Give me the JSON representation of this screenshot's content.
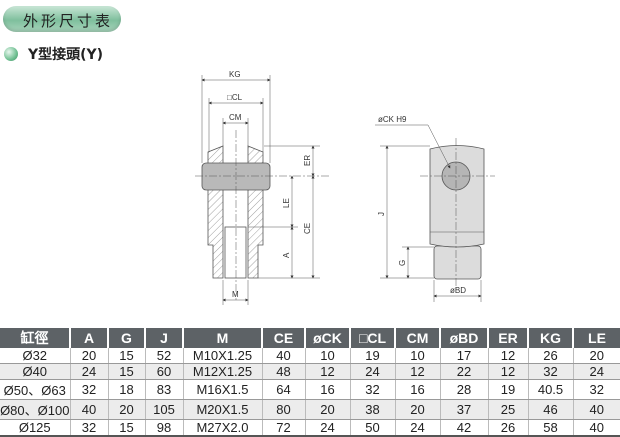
{
  "header": {
    "section_title": "外形尺寸表",
    "product_title": "Y型接頭(Y)"
  },
  "drawing": {
    "labels": {
      "kg": "KG",
      "cl": "□CL",
      "cm": "CM",
      "er": "ER",
      "le": "LE",
      "ce": "CE",
      "a": "A",
      "m": "M",
      "ck": "øCK H9",
      "j": "J",
      "g": "G",
      "bd": "øBD"
    }
  },
  "table": {
    "headers": [
      "缸徑",
      "A",
      "G",
      "J",
      "M",
      "CE",
      "øCK",
      "□CL",
      "CM",
      "øBD",
      "ER",
      "KG",
      "LE"
    ],
    "rows": [
      [
        "Ø32",
        "20",
        "15",
        "52",
        "M10X1.25",
        "40",
        "10",
        "19",
        "10",
        "17",
        "12",
        "26",
        "20"
      ],
      [
        "Ø40",
        "24",
        "15",
        "60",
        "M12X1.25",
        "48",
        "12",
        "24",
        "12",
        "22",
        "12",
        "32",
        "24"
      ],
      [
        "Ø50、Ø63",
        "32",
        "18",
        "83",
        "M16X1.5",
        "64",
        "16",
        "32",
        "16",
        "28",
        "19",
        "40.5",
        "32"
      ],
      [
        "Ø80、Ø100",
        "40",
        "20",
        "105",
        "M20X1.5",
        "80",
        "20",
        "38",
        "20",
        "37",
        "25",
        "46",
        "40"
      ],
      [
        "Ø125",
        "32",
        "15",
        "98",
        "M27X2.0",
        "72",
        "24",
        "50",
        "24",
        "42",
        "26",
        "58",
        "40"
      ]
    ]
  }
}
